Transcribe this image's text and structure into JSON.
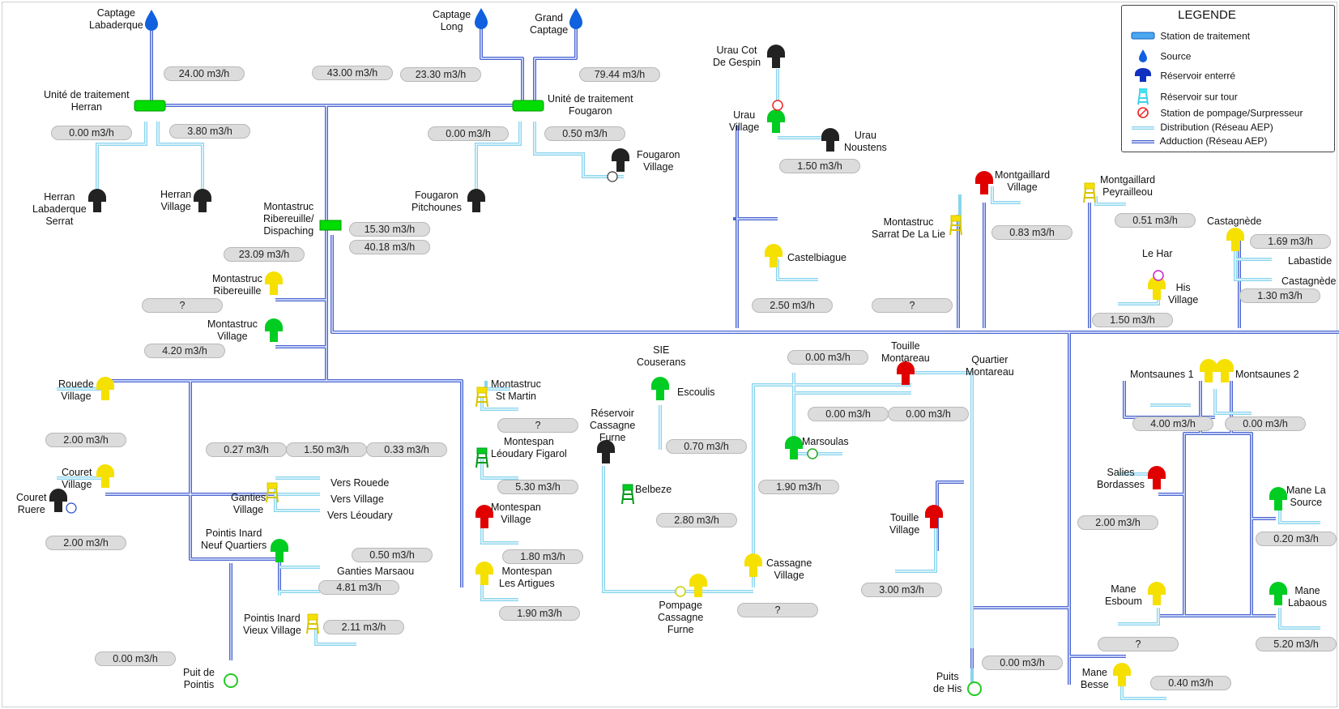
{
  "colors": {
    "adduction": "#5070d8",
    "distribution": "#8fd8ef",
    "treatment": "#00dd00",
    "source": "#1060e0"
  },
  "legend": {
    "title": "LEGENDE",
    "items": [
      {
        "icon": "treatment-station-icon",
        "label": "Station de traitement"
      },
      {
        "icon": "source-drop-icon",
        "label": "Source"
      },
      {
        "icon": "buried-reservoir-icon",
        "label": "Réservoir enterré"
      },
      {
        "icon": "tower-reservoir-icon",
        "label": "Réservoir sur tour"
      },
      {
        "icon": "pumping-station-icon",
        "label": "Station de pompage/Surpresseur"
      },
      {
        "icon": "distribution-line-icon",
        "label": "Distribution (Réseau AEP)"
      },
      {
        "icon": "adduction-line-icon",
        "label": "Adduction (Réseau AEP)"
      }
    ]
  },
  "labels": [
    {
      "id": "captage-labaderque",
      "text": "Captage\nLabaderque"
    },
    {
      "id": "captage-long",
      "text": "Captage\nLong"
    },
    {
      "id": "grand-captage",
      "text": "Grand\nCaptage"
    },
    {
      "id": "ut-herran",
      "text": "Unité de traitement\nHerran"
    },
    {
      "id": "ut-fougaron",
      "text": "Unité de traitement\nFougaron"
    },
    {
      "id": "herran-labaderque",
      "text": "Herran\nLabaderque\nSerrat"
    },
    {
      "id": "herran-village",
      "text": "Herran\nVillage"
    },
    {
      "id": "fougaron-pitchounes",
      "text": "Fougaron\nPitchounes"
    },
    {
      "id": "fougaron-village",
      "text": "Fougaron\nVillage"
    },
    {
      "id": "urau-cot",
      "text": "Urau Cot\nDe Gespin"
    },
    {
      "id": "urau-village",
      "text": "Urau\nVillage"
    },
    {
      "id": "urau-noustens",
      "text": "Urau\nNoustens"
    },
    {
      "id": "montastruc-disp",
      "text": "Montastruc\nRibereuille/\nDispaching"
    },
    {
      "id": "montastruc-ribereuille",
      "text": "Montastruc\nRibereuille"
    },
    {
      "id": "montastruc-village",
      "text": "Montastruc\nVillage"
    },
    {
      "id": "castelbiague",
      "text": "Castelbiague"
    },
    {
      "id": "montastruc-sarrat",
      "text": "Montastruc\nSarrat De La Lie"
    },
    {
      "id": "montgaillard-village",
      "text": "Montgaillard\nVillage"
    },
    {
      "id": "montgaillard-peyrailleou",
      "text": "Montgaillard\nPeyrailleou"
    },
    {
      "id": "castagnede",
      "text": "Castagnède"
    },
    {
      "id": "labastide",
      "text": "Labastide"
    },
    {
      "id": "castagnede2",
      "text": "Castagnède"
    },
    {
      "id": "le-har",
      "text": "Le Har"
    },
    {
      "id": "his-village",
      "text": "His\nVillage"
    },
    {
      "id": "rouede-village",
      "text": "Rouede\nVillage"
    },
    {
      "id": "couret-village",
      "text": "Couret\nVillage"
    },
    {
      "id": "couret-ruere",
      "text": "Couret\nRuere"
    },
    {
      "id": "ganties-village",
      "text": "Ganties\nVillage"
    },
    {
      "id": "vers-rouede",
      "text": "Vers Rouede"
    },
    {
      "id": "vers-village",
      "text": "Vers Village"
    },
    {
      "id": "vers-leoudary",
      "text": "Vers Léoudary"
    },
    {
      "id": "pointis-neuf",
      "text": "Pointis Inard\nNeuf Quartiers"
    },
    {
      "id": "ganties-marsaou",
      "text": "Ganties Marsaou"
    },
    {
      "id": "pointis-vieux",
      "text": "Pointis Inard\nVieux Village"
    },
    {
      "id": "puit-pointis",
      "text": "Puit de\nPointis"
    },
    {
      "id": "montastruc-stmartin",
      "text": "Montastruc\nSt Martin"
    },
    {
      "id": "montespan-leoudary",
      "text": "Montespan\nLéoudary Figarol"
    },
    {
      "id": "montespan-village",
      "text": "Montespan\nVillage"
    },
    {
      "id": "montespan-artigues",
      "text": "Montespan\nLes Artigues"
    },
    {
      "id": "sie-couserans",
      "text": "SIE\nCouserans"
    },
    {
      "id": "escoulis",
      "text": "Escoulis"
    },
    {
      "id": "reservoir-cassagne",
      "text": "Réservoir\nCassagne\nFurne"
    },
    {
      "id": "belbeze",
      "text": "Belbeze"
    },
    {
      "id": "pompage-cassagne",
      "text": "Pompage\nCassagne\nFurne"
    },
    {
      "id": "cassagne-village",
      "text": "Cassagne\nVillage"
    },
    {
      "id": "touille-montareau",
      "text": "Touille\nMontareau"
    },
    {
      "id": "quartier-montareau",
      "text": "Quartier\nMontareau"
    },
    {
      "id": "marsoulas",
      "text": "Marsoulas"
    },
    {
      "id": "touille-village",
      "text": "Touille\nVillage"
    },
    {
      "id": "puits-his",
      "text": "Puits\nde His"
    },
    {
      "id": "montsaunes1",
      "text": "Montsaunes 1"
    },
    {
      "id": "montsaunes2",
      "text": "Montsaunes 2"
    },
    {
      "id": "salies-bordasses",
      "text": "Salies\nBordasses"
    },
    {
      "id": "mane-la-source",
      "text": "Mane La\nSource"
    },
    {
      "id": "mane-esboum",
      "text": "Mane\nEsboum"
    },
    {
      "id": "mane-labaous",
      "text": "Mane\nLabaous"
    },
    {
      "id": "mane-besse",
      "text": "Mane\nBesse"
    }
  ],
  "flows": [
    {
      "id": "f-herran-in",
      "value": "24.00 m3/h"
    },
    {
      "id": "f-main",
      "value": "43.00 m3/h"
    },
    {
      "id": "f-long",
      "value": "23.30 m3/h"
    },
    {
      "id": "f-grand",
      "value": "79.44 m3/h"
    },
    {
      "id": "f-herran-labaderque",
      "value": "0.00 m3/h"
    },
    {
      "id": "f-herran-village",
      "value": "3.80 m3/h"
    },
    {
      "id": "f-fougaron-pitchounes",
      "value": "0.00 m3/h"
    },
    {
      "id": "f-fougaron-village",
      "value": "0.50 m3/h"
    },
    {
      "id": "f-urau",
      "value": "1.50 m3/h"
    },
    {
      "id": "f-disp-1",
      "value": "15.30 m3/h"
    },
    {
      "id": "f-disp-2",
      "value": "40.18 m3/h"
    },
    {
      "id": "f-disp-3",
      "value": "23.09 m3/h"
    },
    {
      "id": "f-montastruc-rib",
      "value": "?"
    },
    {
      "id": "f-montastruc-village",
      "value": "4.20 m3/h"
    },
    {
      "id": "f-castelbiague",
      "value": "2.50 m3/h"
    },
    {
      "id": "f-montastruc-sarrat",
      "value": "?"
    },
    {
      "id": "f-montgaillard-village",
      "value": "0.83 m3/h"
    },
    {
      "id": "f-montgaillard-pey",
      "value": "0.51 m3/h"
    },
    {
      "id": "f-castagnede",
      "value": "1.69 m3/h"
    },
    {
      "id": "f-castagnede2",
      "value": "1.30 m3/h"
    },
    {
      "id": "f-his",
      "value": "1.50 m3/h"
    },
    {
      "id": "f-rouede",
      "value": "2.00 m3/h"
    },
    {
      "id": "f-couret",
      "value": "2.00 m3/h"
    },
    {
      "id": "f-ganties-1",
      "value": "0.27 m3/h"
    },
    {
      "id": "f-ganties-2",
      "value": "1.50 m3/h"
    },
    {
      "id": "f-ganties-3",
      "value": "0.33 m3/h"
    },
    {
      "id": "f-pointis-neuf",
      "value": "0.50 m3/h"
    },
    {
      "id": "f-ganties-marsaou",
      "value": "4.81 m3/h"
    },
    {
      "id": "f-pointis-vieux",
      "value": "2.11 m3/h"
    },
    {
      "id": "f-puit-pointis",
      "value": "0.00 m3/h"
    },
    {
      "id": "f-stmartin",
      "value": "?"
    },
    {
      "id": "f-leoudary",
      "value": "5.30 m3/h"
    },
    {
      "id": "f-montespan-village",
      "value": "1.80 m3/h"
    },
    {
      "id": "f-artigues",
      "value": "1.90 m3/h"
    },
    {
      "id": "f-escoulis",
      "value": "0.70 m3/h"
    },
    {
      "id": "f-belbeze",
      "value": "2.80 m3/h"
    },
    {
      "id": "f-cassagne-village",
      "value": "?"
    },
    {
      "id": "f-touille-1",
      "value": "0.00 m3/h"
    },
    {
      "id": "f-touille-2",
      "value": "0.00 m3/h"
    },
    {
      "id": "f-touille-3",
      "value": "0.00 m3/h"
    },
    {
      "id": "f-marsoulas",
      "value": "1.90 m3/h"
    },
    {
      "id": "f-touille-village",
      "value": "3.00 m3/h"
    },
    {
      "id": "f-puits-his",
      "value": "0.00 m3/h"
    },
    {
      "id": "f-montsaunes1",
      "value": "4.00 m3/h"
    },
    {
      "id": "f-montsaunes2",
      "value": "0.00 m3/h"
    },
    {
      "id": "f-salies",
      "value": "2.00 m3/h"
    },
    {
      "id": "f-mane-la-source",
      "value": "0.20 m3/h"
    },
    {
      "id": "f-mane-esboum",
      "value": "?"
    },
    {
      "id": "f-mane-labaous",
      "value": "5.20 m3/h"
    },
    {
      "id": "f-mane-besse",
      "value": "0.40 m3/h"
    }
  ]
}
